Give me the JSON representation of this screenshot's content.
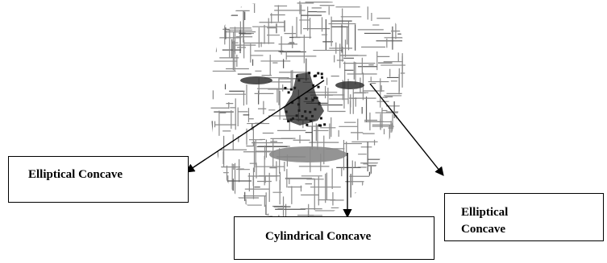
{
  "labels": {
    "elliptical_left": "Elliptical Concave",
    "elliptical_right_line1": "Elliptical",
    "elliptical_right_line2": "Concave",
    "cylindrical": "Cylindrical Concave"
  },
  "colors": {
    "texture": "#8a8a8a",
    "shadow": "#5a5a5a",
    "dark": "#111111",
    "arrow": "#000000",
    "box_border": "#000000"
  }
}
